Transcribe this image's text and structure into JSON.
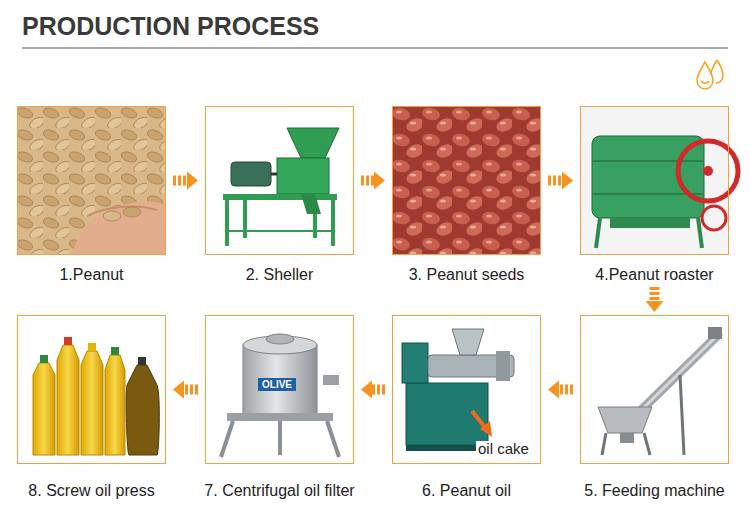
{
  "diagram": {
    "title": "PRODUCTION PROCESS",
    "nodes": [
      {
        "text": [
          "1.Peanut"
        ]
      },
      {
        "text": [
          "2. Sheller"
        ]
      },
      {
        "text": [
          "3. Peanut seeds"
        ]
      },
      {
        "text": [
          "4.Peanut roaster"
        ]
      },
      {
        "text": [
          "5. Feeding machine"
        ]
      },
      {
        "text": [
          "6. Peanut oil"
        ]
      },
      {
        "text": [
          "7. Centrifugal oil filter"
        ]
      },
      {
        "text": [
          "8. Screw oil press"
        ]
      }
    ],
    "edges": [
      {
        "from": 0,
        "to": 1,
        "arrow": "to"
      },
      {
        "from": 1,
        "to": 2,
        "arrow": "to"
      },
      {
        "from": 2,
        "to": 3,
        "arrow": "to"
      },
      {
        "from": 3,
        "to": 4,
        "arrow": "to"
      },
      {
        "from": 4,
        "to": 5,
        "arrow": "to"
      },
      {
        "from": 5,
        "to": 6,
        "arrow": "to"
      },
      {
        "from": 6,
        "to": 7,
        "arrow": "to"
      }
    ],
    "labels": [
      "oil cake",
      "OLIVE"
    ]
  }
}
